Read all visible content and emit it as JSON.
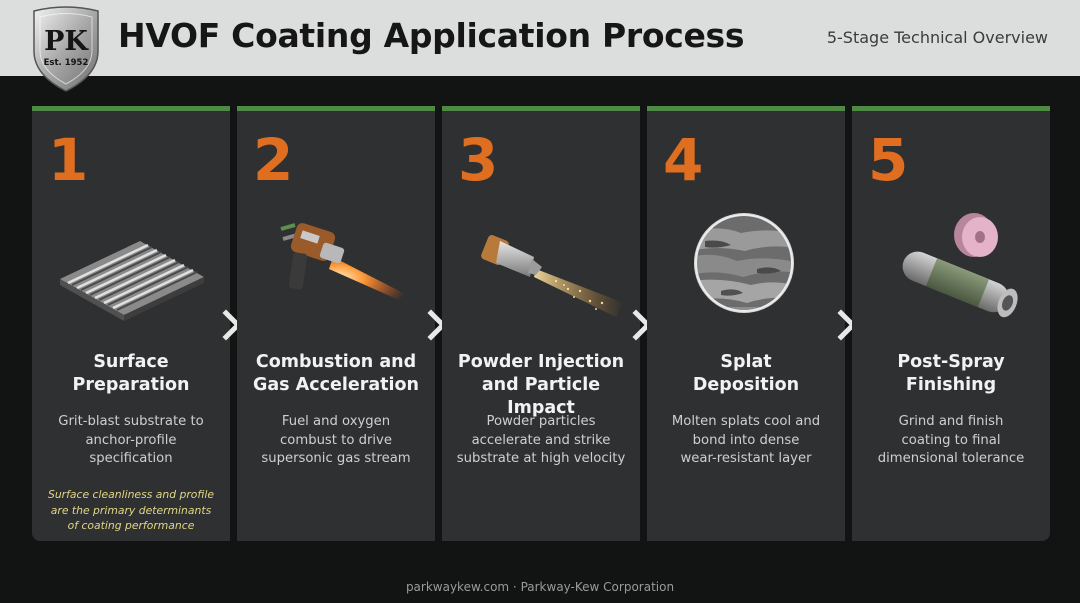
{
  "header": {
    "logo_text": "PK",
    "logo_est": "Est. 1952",
    "title": "HVOF Coating Application Process",
    "subtitle": "5-Stage Technical Overview"
  },
  "colors": {
    "accent_number": "#e06e20",
    "bar": "#4f8a44",
    "note": "#e1d786",
    "panel": "#2f3031"
  },
  "stages": [
    {
      "number": "1",
      "title": "Surface\nPreparation",
      "description": "Grit-blast substrate to\nanchor-profile\nspecification",
      "note": "Surface cleanliness and profile\nare the primary determinants\nof coating performance",
      "icon": "grit-blasted-plate-icon"
    },
    {
      "number": "2",
      "title": "Combustion and\nGas Acceleration",
      "description": "Fuel and oxygen\ncombust to drive\nsupersonic gas stream",
      "icon": "spray-gun-icon"
    },
    {
      "number": "3",
      "title": "Powder Injection\nand Particle Impact",
      "description": "Powder particles\naccelerate and strike\nsubstrate at high velocity",
      "icon": "nozzle-particle-stream-icon"
    },
    {
      "number": "4",
      "title": "Splat\nDeposition",
      "description": "Molten splats cool and\nbond into dense\nwear-resistant layer",
      "icon": "splat-microstructure-icon"
    },
    {
      "number": "5",
      "title": "Post-Spray\nFinishing",
      "description": "Grind and finish\ncoating to final\ndimensional tolerance",
      "icon": "grinding-wheel-icon"
    }
  ],
  "footer": "parkwaykew.com · Parkway-Kew Corporation"
}
